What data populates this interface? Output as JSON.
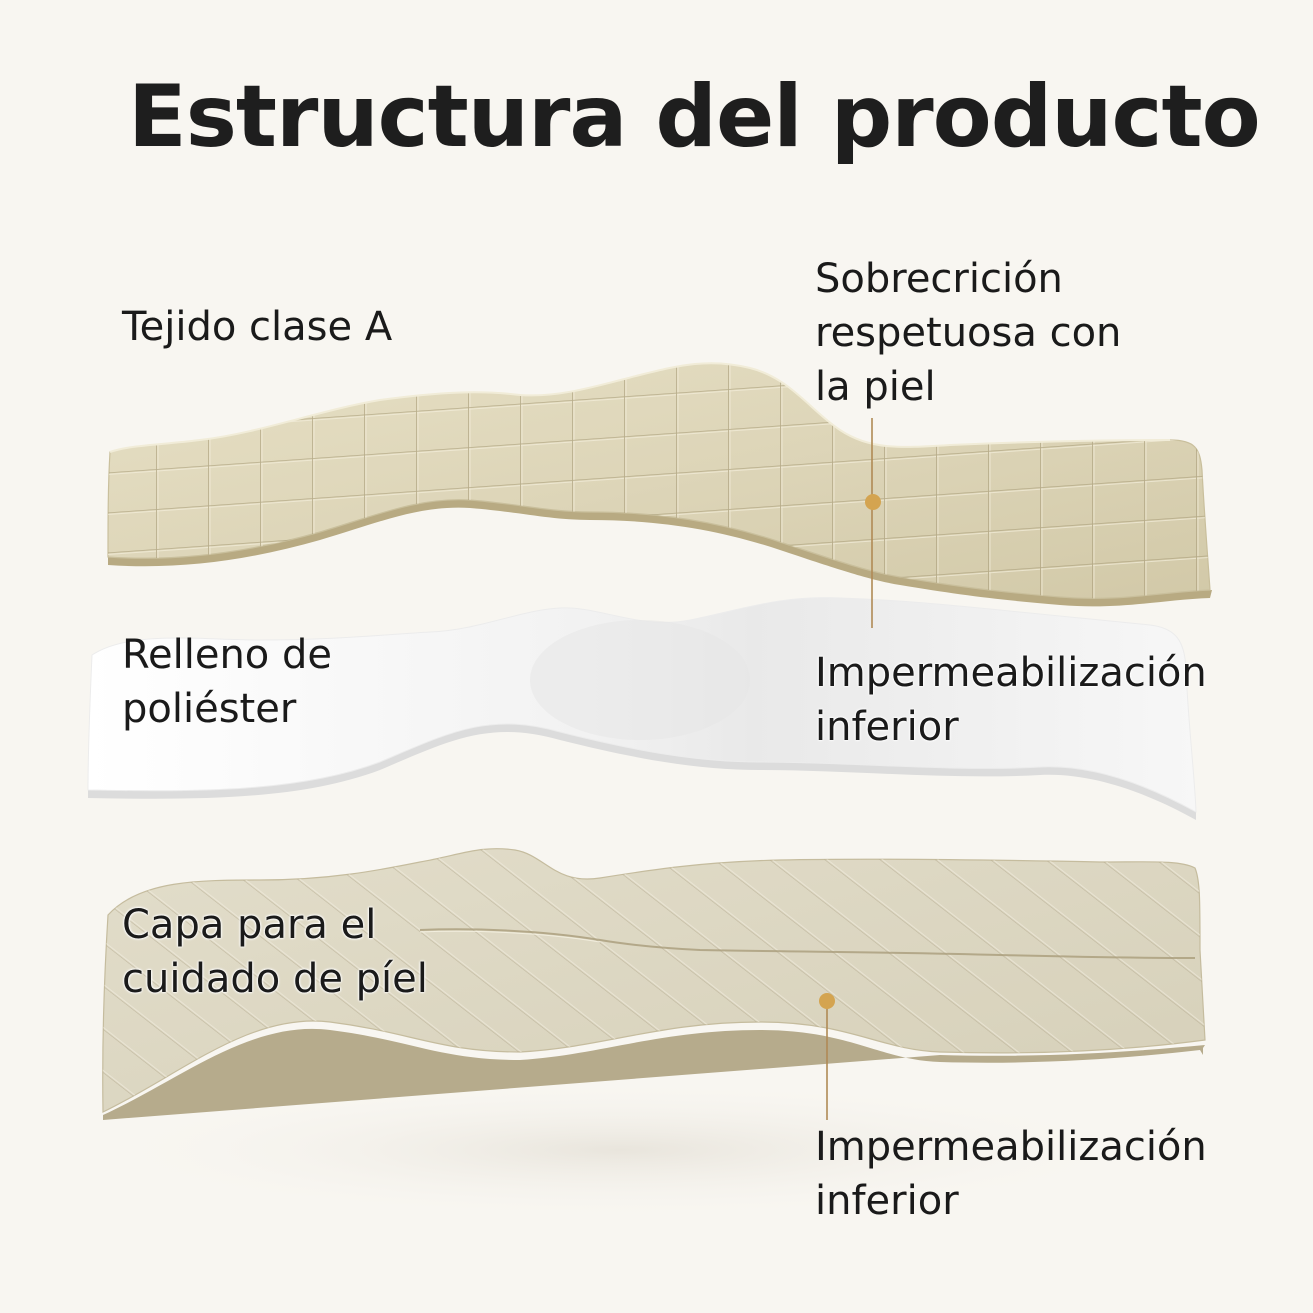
{
  "title": "Estructura del producto",
  "layers": [
    {
      "id": "top",
      "name": "Tejido clase A",
      "texture": "quilted-grid",
      "color": "#ddd6bb"
    },
    {
      "id": "middle",
      "name": "Relleno de poliéster",
      "texture": "smooth",
      "color": "#fbfbfb"
    },
    {
      "id": "bottom",
      "name": "Capa para el cuidado de píel",
      "texture": "diagonal-stitch",
      "color": "#ddd8c4"
    }
  ],
  "labels": {
    "tejido": {
      "lines": [
        "Tejido clase A"
      ]
    },
    "relleno": {
      "lines": [
        "Relleno de",
        "poliéster"
      ]
    },
    "capa": {
      "lines": [
        "Capa para el",
        "cuidado de píel"
      ]
    },
    "sobrecricion": {
      "lines": [
        "Sobrecrición",
        "respetuosa con",
        "la piel"
      ]
    },
    "imperm_mid": {
      "lines": [
        "Impermeabilización",
        "inferior"
      ]
    },
    "imperm_bottom": {
      "lines": [
        "Impermeabilización",
        "inferior"
      ]
    }
  },
  "markers": [
    {
      "name": "marker-top-layer",
      "icon": "dot-marker-icon",
      "color": "#d4a450"
    },
    {
      "name": "marker-bottom-layer",
      "icon": "dot-marker-icon",
      "color": "#d4a450"
    }
  ],
  "colors": {
    "background": "#f8f6f1",
    "accent": "#d4a450",
    "leader_line": "#b08a55",
    "text": "#1c1c1c"
  }
}
